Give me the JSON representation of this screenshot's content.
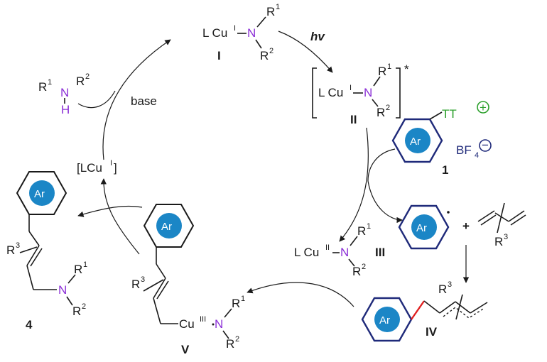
{
  "colors": {
    "nitrogen": "#8b2fd6",
    "tt_group": "#2ca02c",
    "counterion": "#1f2a7a",
    "aryl_fill": "#1b86c6",
    "new_bond": "#e02020"
  },
  "aryl": "Ar",
  "complex_I": {
    "metal": "L Cu",
    "ox": "I",
    "n": "N",
    "r1": "R",
    "r1sup": "1",
    "r2": "R",
    "r2sup": "2",
    "label": "I"
  },
  "photo": {
    "label": "hv"
  },
  "complex_II": {
    "metal": "L Cu",
    "ox": "I",
    "n": "N",
    "r1": "R",
    "r1sup": "1",
    "r2": "R",
    "r2sup": "2",
    "star": "*",
    "label": "II"
  },
  "salt_1": {
    "tt": "TT",
    "plus": "+",
    "anion": "BF",
    "anion_sub": "4",
    "minus": "−",
    "label": "1"
  },
  "radical": {
    "plus_sign": "+"
  },
  "diene": {
    "r": "R",
    "rsup": "3"
  },
  "complex_III": {
    "metal": "L Cu",
    "ox": "II",
    "n": "N",
    "r1": "R",
    "r1sup": "1",
    "r2": "R",
    "r2sup": "2",
    "label": "III"
  },
  "complex_IV": {
    "r": "R",
    "rsup": "3",
    "label": "IV"
  },
  "complex_V": {
    "r3": "R",
    "r3sup": "3",
    "metal": "Cu",
    "ox": "III",
    "n": "N",
    "r1": "R",
    "r1sup": "1",
    "r2": "R",
    "r2sup": "2",
    "label": "V"
  },
  "product_4": {
    "r3": "R",
    "r3sup": "3",
    "n": "N",
    "r1": "R",
    "r1sup": "1",
    "r2": "R",
    "r2sup": "2",
    "label": "4"
  },
  "catalyst": {
    "open": "[LCu",
    "ox": "I",
    "close": "]"
  },
  "amine": {
    "r1": "R",
    "r1sup": "1",
    "n": "N",
    "h": "H",
    "r2": "R",
    "r2sup": "2"
  },
  "base_label": "base"
}
